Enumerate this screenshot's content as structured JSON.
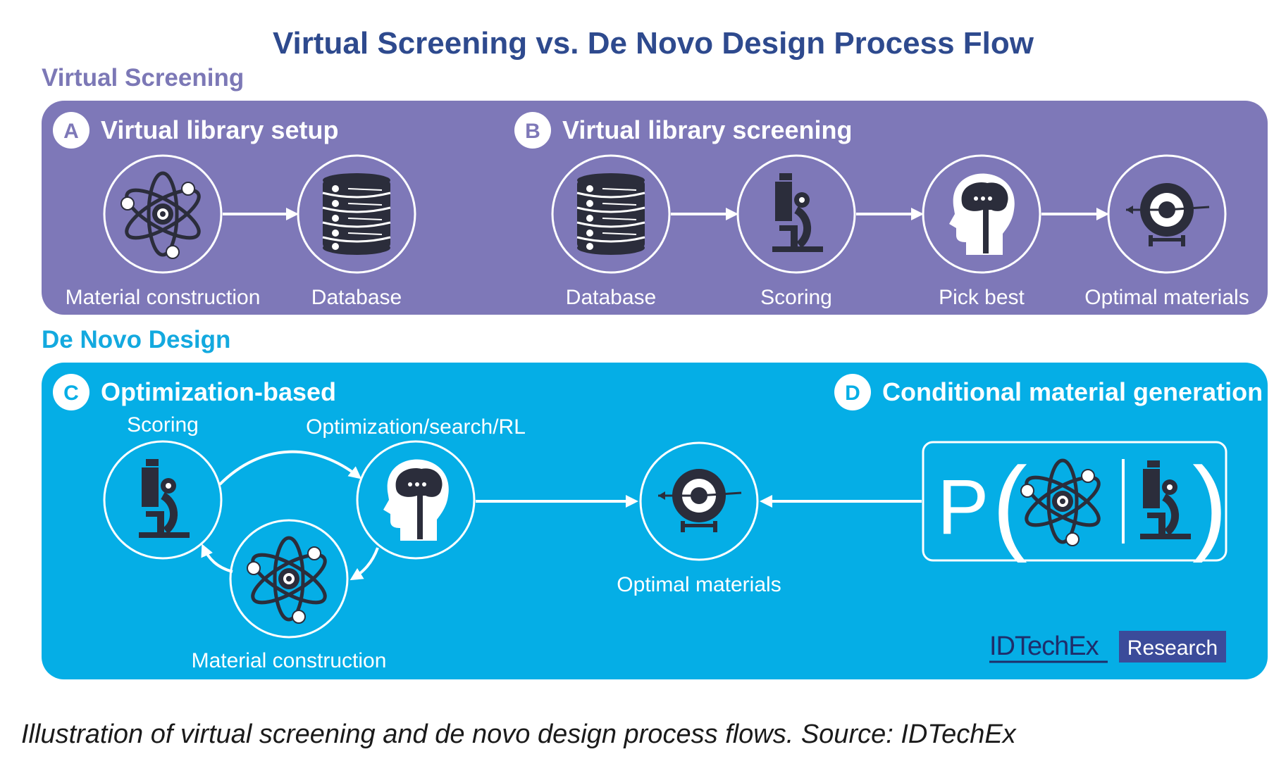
{
  "title": "Virtual Screening vs. De Novo Design Process Flow",
  "sections": {
    "virtual_screening": {
      "heading": "Virtual Screening",
      "step_a": {
        "badge": "A",
        "title": "Virtual library setup",
        "labels": [
          "Material construction",
          "Database"
        ]
      },
      "step_b": {
        "badge": "B",
        "title": "Virtual library screening",
        "labels": [
          "Database",
          "Scoring",
          "Pick best",
          "Optimal materials"
        ]
      }
    },
    "de_novo": {
      "heading": "De Novo Design",
      "step_c": {
        "badge": "C",
        "title": "Optimization-based",
        "scoring": "Scoring",
        "optimization": "Optimization/search/RL",
        "construction": "Material construction"
      },
      "step_d": {
        "badge": "D",
        "title": "Conditional material generation",
        "formula_symbol": "P"
      },
      "output_label": "Optimal materials"
    }
  },
  "branding": {
    "name": "IDTechEx",
    "tag": "Research"
  },
  "caption": "Illustration of virtual screening and de novo design process flows. Source: IDTechEx",
  "colors": {
    "purple_panel": "#7e78b8",
    "blue_panel": "#05aee6",
    "title_navy": "#2e4a8e",
    "icon_dark": "#2b2d3b"
  },
  "icons": [
    "atom-icon",
    "database-icon",
    "microscope-icon",
    "brain-head-icon",
    "target-icon"
  ]
}
